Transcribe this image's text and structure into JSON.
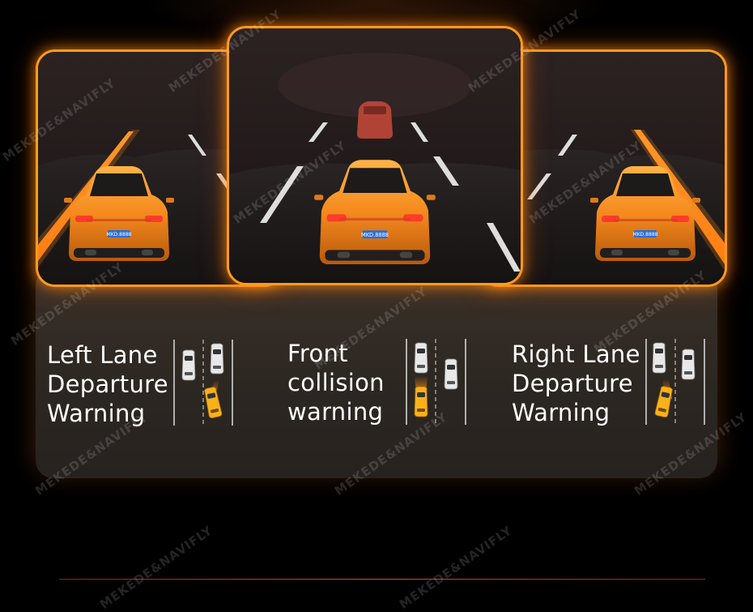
{
  "features": [
    {
      "lines": [
        "Left Lane",
        "Departure",
        "Warning"
      ]
    },
    {
      "lines": [
        "Front",
        "collision",
        "warning"
      ]
    },
    {
      "lines": [
        "Right Lane",
        "Departure",
        "Warning"
      ]
    }
  ],
  "plate": "MKD.8888",
  "watermark": "MEKEDE&NAVIFLY",
  "colors": {
    "accent": "#ff9a1f",
    "car": "#f58a1e",
    "warning_car": "#c94a3a",
    "panel_bg": "#2d2722"
  }
}
